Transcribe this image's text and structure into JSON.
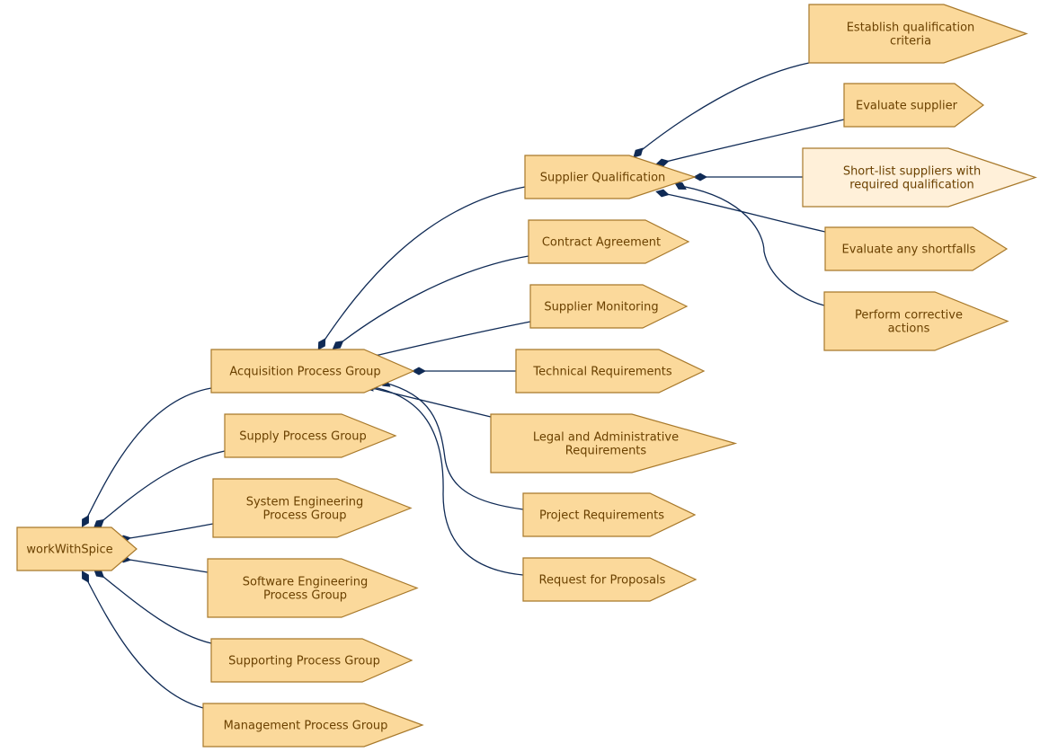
{
  "diagram": {
    "nodes": [
      {
        "id": "root",
        "lines": [
          "workWithSpice"
        ]
      },
      {
        "id": "acq",
        "lines": [
          "Acquisition Process Group"
        ]
      },
      {
        "id": "supply",
        "lines": [
          "Supply Process Group"
        ]
      },
      {
        "id": "syseng",
        "lines": [
          "System Engineering",
          "Process Group"
        ]
      },
      {
        "id": "sweng",
        "lines": [
          "Software Engineering",
          "Process Group"
        ]
      },
      {
        "id": "support",
        "lines": [
          "Supporting Process Group"
        ]
      },
      {
        "id": "mgmt",
        "lines": [
          "Management Process Group"
        ]
      },
      {
        "id": "supqual",
        "lines": [
          "Supplier Qualification"
        ]
      },
      {
        "id": "contract",
        "lines": [
          "Contract Agreement"
        ]
      },
      {
        "id": "supmon",
        "lines": [
          "Supplier Monitoring"
        ]
      },
      {
        "id": "techreq",
        "lines": [
          "Technical Requirements"
        ]
      },
      {
        "id": "legal",
        "lines": [
          "Legal and Administrative",
          "Requirements"
        ]
      },
      {
        "id": "projreq",
        "lines": [
          "Project Requirements"
        ]
      },
      {
        "id": "rfp",
        "lines": [
          "Request for Proposals"
        ]
      },
      {
        "id": "estab",
        "lines": [
          "Establish qualification",
          "criteria"
        ]
      },
      {
        "id": "evalsup",
        "lines": [
          "Evaluate supplier"
        ]
      },
      {
        "id": "shortlist",
        "lines": [
          "Short-list suppliers with",
          "required qualification"
        ],
        "highlighted": true
      },
      {
        "id": "evalshort",
        "lines": [
          "Evaluate any shortfalls"
        ]
      },
      {
        "id": "corrective",
        "lines": [
          "Perform corrective",
          "actions"
        ]
      }
    ],
    "edges": [
      {
        "from": "root",
        "to": "acq"
      },
      {
        "from": "root",
        "to": "supply"
      },
      {
        "from": "root",
        "to": "syseng"
      },
      {
        "from": "root",
        "to": "sweng"
      },
      {
        "from": "root",
        "to": "support"
      },
      {
        "from": "root",
        "to": "mgmt"
      },
      {
        "from": "acq",
        "to": "supqual"
      },
      {
        "from": "acq",
        "to": "contract"
      },
      {
        "from": "acq",
        "to": "supmon"
      },
      {
        "from": "acq",
        "to": "techreq"
      },
      {
        "from": "acq",
        "to": "legal"
      },
      {
        "from": "acq",
        "to": "projreq"
      },
      {
        "from": "acq",
        "to": "rfp"
      },
      {
        "from": "supqual",
        "to": "estab"
      },
      {
        "from": "supqual",
        "to": "evalsup"
      },
      {
        "from": "supqual",
        "to": "shortlist"
      },
      {
        "from": "supqual",
        "to": "evalshort"
      },
      {
        "from": "supqual",
        "to": "corrective"
      }
    ],
    "colors": {
      "node_fill": "#fbd99b",
      "node_fill_highlight": "#fff0d9",
      "node_stroke": "#a8792b",
      "node_text": "#6b4100",
      "edge": "#0f2a55"
    }
  }
}
